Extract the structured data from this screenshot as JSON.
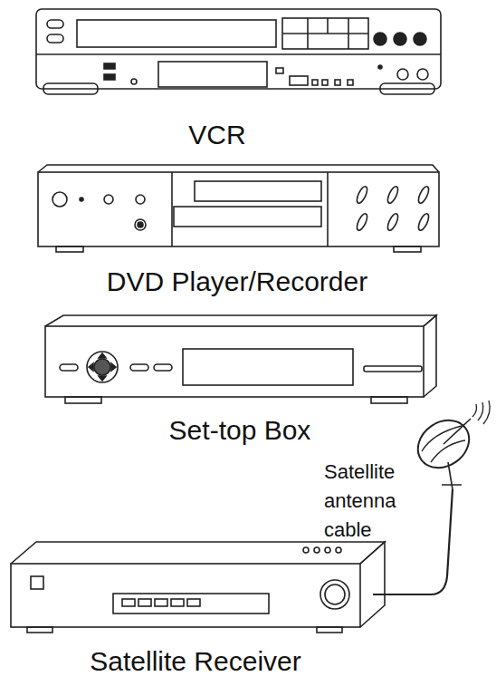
{
  "diagram": {
    "labels": [
      "VCR",
      "DVD Player/Recorder",
      "Set-top Box",
      "Satellite antenna cable",
      "Satellite Receiver"
    ]
  }
}
